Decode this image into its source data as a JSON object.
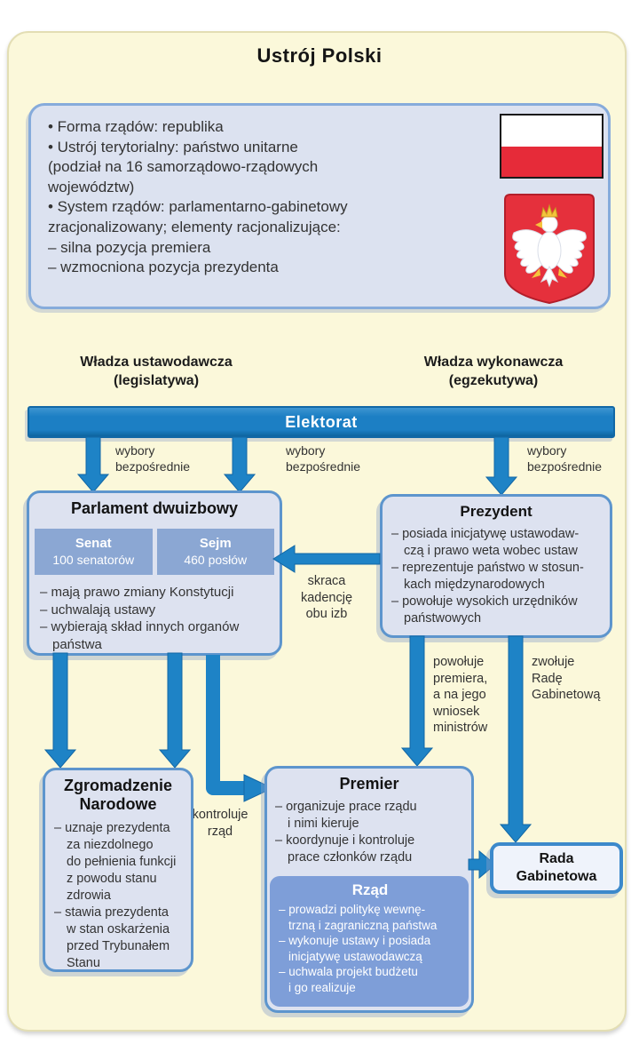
{
  "title": "Ustrój Polski",
  "colors": {
    "card_bg": "#fbf8da",
    "box_fill": "#dce2f0",
    "box_border": "#5d95cd",
    "arrow_blue": "#1e83c6",
    "bar_blue": "#1c7fc4",
    "cell_blue": "#8ba7d3",
    "rzad_blue": "#7e9ed8",
    "flag_red": "#e62b39",
    "shield_red": "#e5303c",
    "crown_gold": "#f5c33c"
  },
  "icons": {
    "flag": "flag-of-poland",
    "coat_of_arms": "coat-of-arms-of-poland-white-eagle"
  },
  "info_box": {
    "lines": [
      "• Forma rządów: republika",
      "• Ustrój terytorialny: państwo unitarne",
      "(podział na 16 samorządowo-rządowych",
      "województw)",
      "• System rządów: parlamentarno-gabinetowy",
      "zracjonalizowany; elementy racjonalizujące:",
      "– silna pozycja premiera",
      "– wzmocniona pozycja prezydenta"
    ]
  },
  "headers": {
    "left": [
      "Władza ustawodawcza",
      "(legislatywa)"
    ],
    "right": [
      "Władza wykonawcza",
      "(egzekutywa)"
    ]
  },
  "elektorat": {
    "label": "Elektorat"
  },
  "edge_labels": {
    "wybory": [
      "wybory",
      "bezpośrednie"
    ],
    "skraca": [
      "skraca",
      "kadencję",
      "obu izb"
    ],
    "powoluje": [
      "powołuje",
      "premiera,",
      "a na jego",
      "wniosek",
      "ministrów"
    ],
    "zwoluje": [
      "zwołuje",
      "Radę",
      "Gabinetową"
    ],
    "kontroluje": [
      "kontroluje",
      "rząd"
    ]
  },
  "parlament": {
    "title": "Parlament dwuizbowy",
    "senat": {
      "name": "Senat",
      "detail": "100 senatorów"
    },
    "sejm": {
      "name": "Sejm",
      "detail": "460 posłów"
    },
    "items": [
      [
        "– mają prawo zmiany Konstytucji"
      ],
      [
        "– uchwalają ustawy"
      ],
      [
        "– wybierają skład innych organów",
        "państwa"
      ]
    ]
  },
  "prezydent": {
    "title": "Prezydent",
    "items": [
      [
        "– posiada inicjatywę ustawodaw-",
        "czą i prawo weta wobec ustaw"
      ],
      [
        "– reprezentuje państwo w stosun-",
        "kach międzynarodowych"
      ],
      [
        "– powołuje wysokich urzędników",
        "państwowych"
      ]
    ]
  },
  "zgromadzenie": {
    "title": [
      "Zgromadzenie",
      "Narodowe"
    ],
    "items": [
      [
        "– uznaje prezydenta",
        "za niezdolnego",
        "do pełnienia funkcji",
        "z powodu stanu",
        "zdrowia"
      ],
      [
        "– stawia prezydenta",
        "w stan oskarżenia",
        "przed Trybunałem",
        "Stanu"
      ]
    ]
  },
  "premier": {
    "title": "Premier",
    "items": [
      [
        "– organizuje prace rządu",
        "i nimi kieruje"
      ],
      [
        "– koordynuje i kontroluje",
        "prace członków rządu"
      ]
    ]
  },
  "rzad": {
    "title": "Rząd",
    "items": [
      [
        "– prowadzi politykę wewnę-",
        "trzną i zagraniczną państwa"
      ],
      [
        "– wykonuje ustawy i posiada",
        "inicjatywę ustawodawczą"
      ],
      [
        "– uchwala projekt budżetu",
        "i go realizuje"
      ]
    ]
  },
  "rada": {
    "title": [
      "Rada",
      "Gabinetowa"
    ]
  }
}
